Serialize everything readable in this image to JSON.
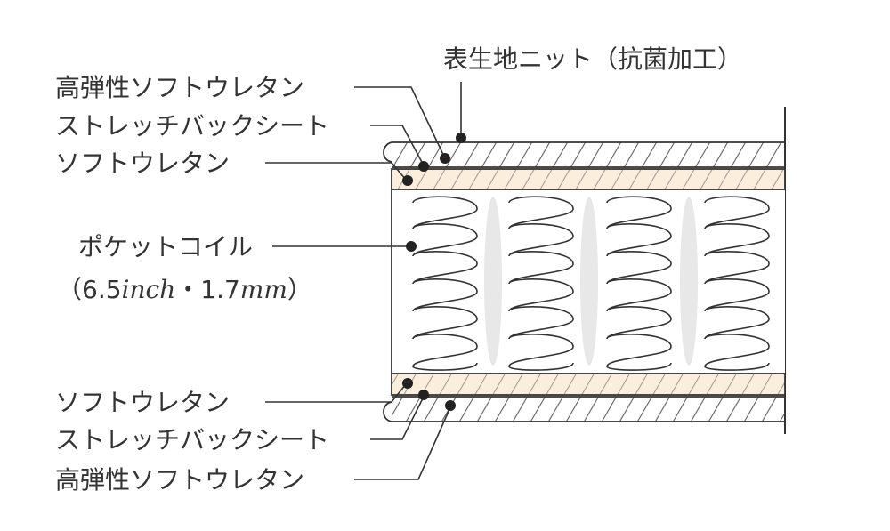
{
  "labels": {
    "top_surface": "表生地ニット（抗菌加工）",
    "top_high_resilience": "高弾性ソフトウレタン",
    "top_stretch_sheet": "ストレッチバックシート",
    "top_soft_urethane": "ソフトウレタン",
    "coil_name": "ポケットコイル",
    "coil_spec_open": "（6.5",
    "coil_spec_inch": "inch",
    "coil_spec_mid": "・1.7",
    "coil_spec_mm": "mm",
    "coil_spec_close": "）",
    "bottom_soft_urethane": "ソフトウレタン",
    "bottom_stretch_sheet": "ストレッチバックシート",
    "bottom_high_resilience": "高弾性ソフトウレタン"
  },
  "colors": {
    "line": "#333333",
    "urethane_fill": "#fbeedd",
    "shade": "#ececec"
  }
}
